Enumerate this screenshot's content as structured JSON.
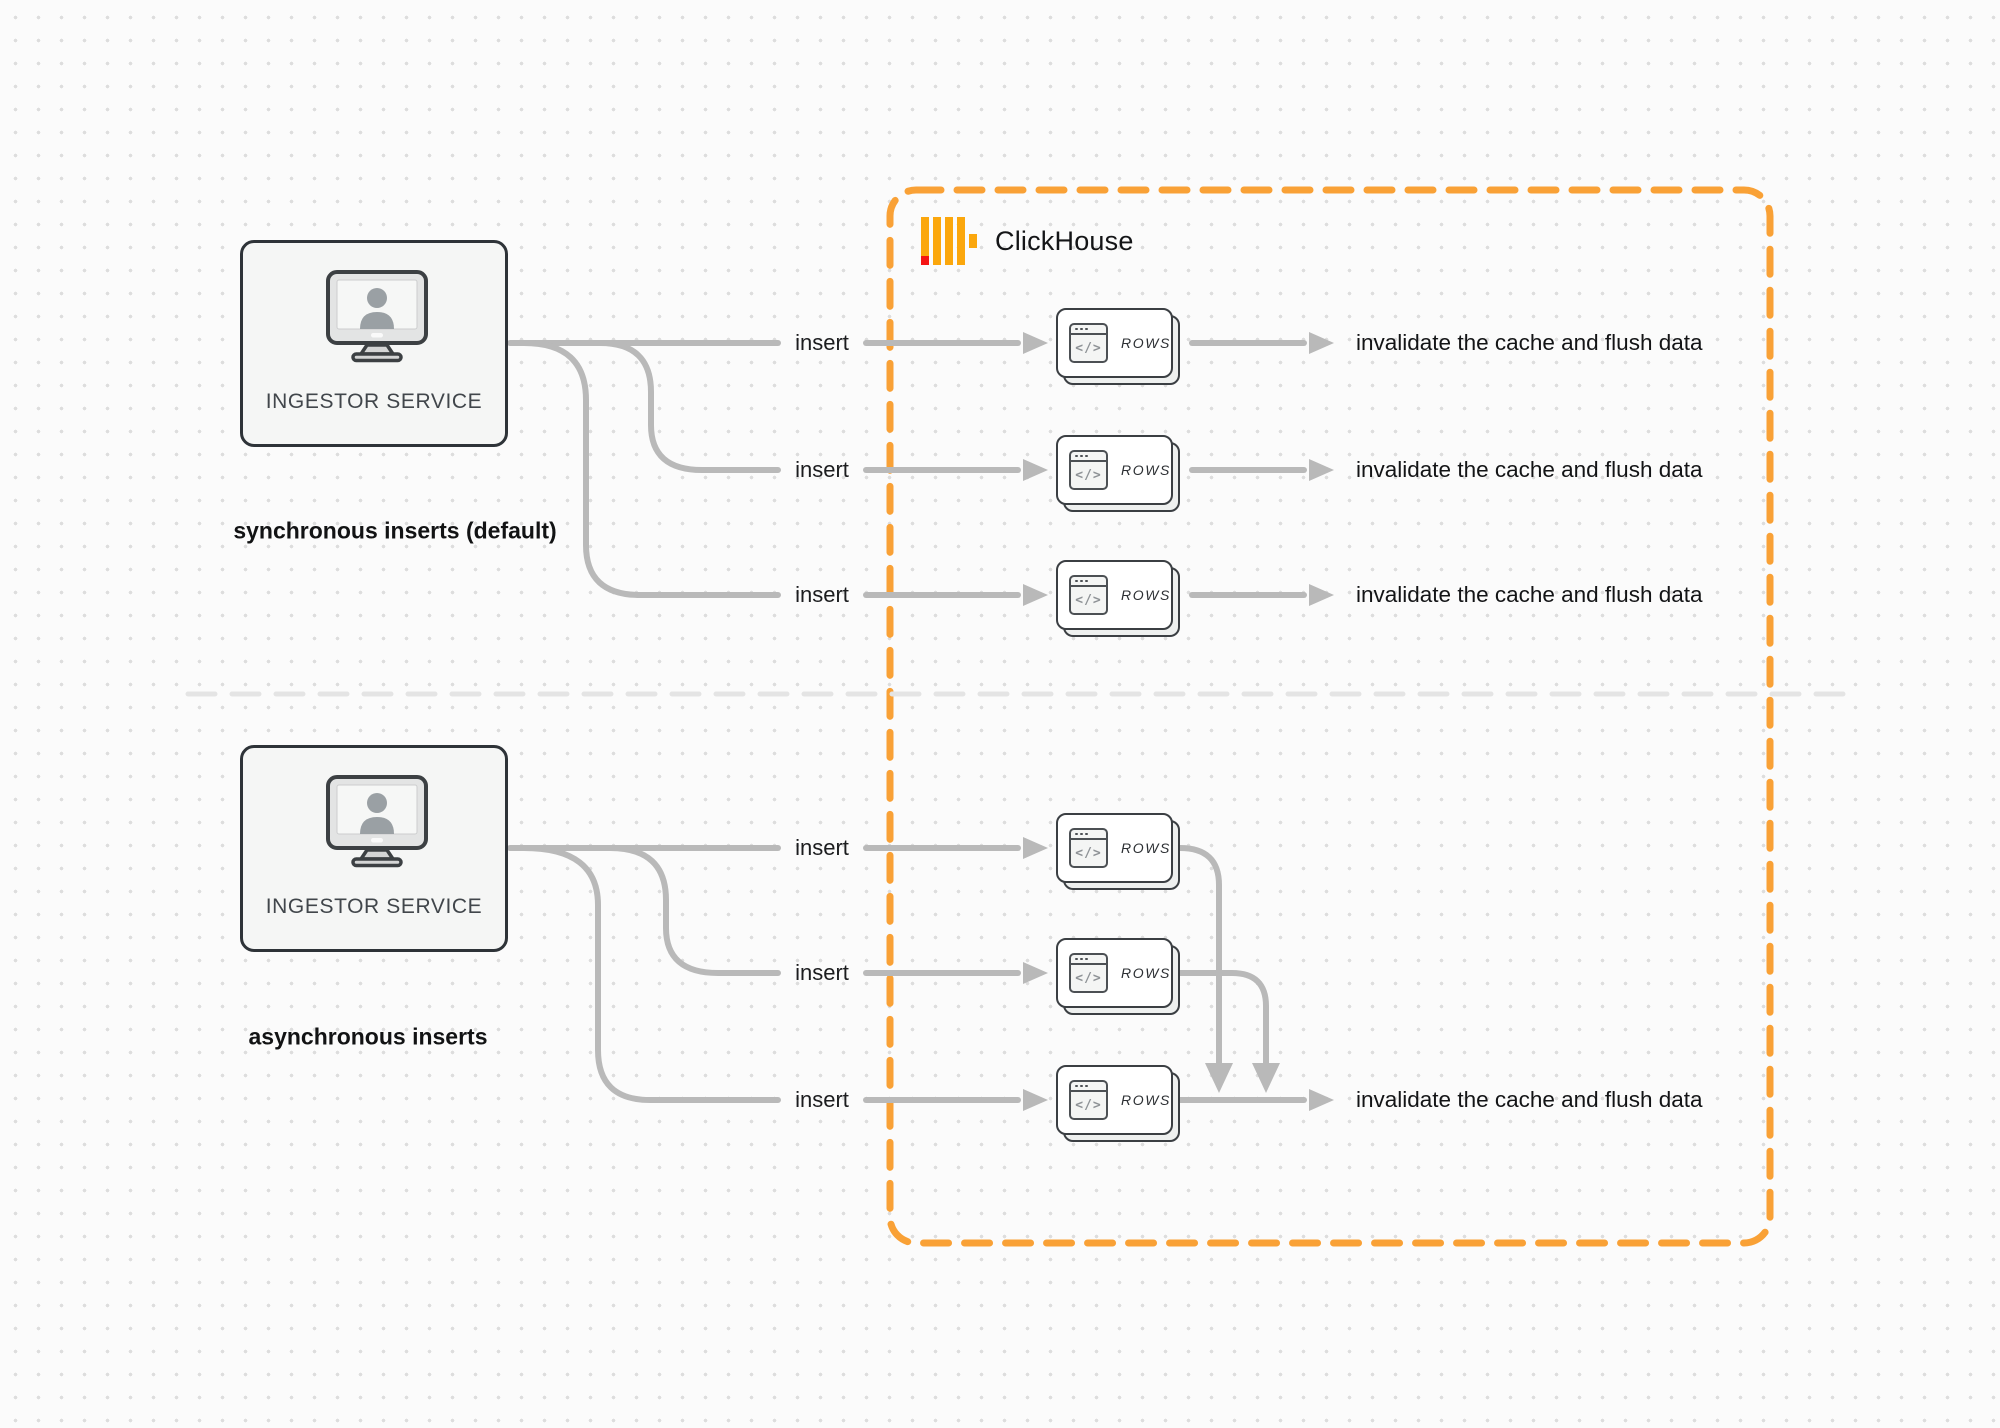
{
  "clickhouse": {
    "name": "ClickHouse"
  },
  "glyphs": {
    "code": "</>"
  },
  "sync": {
    "caption": "synchronous inserts (default)",
    "service": "INGESTOR SERVICE",
    "rows": [
      {
        "insert": "insert",
        "card": "ROWS",
        "result": "invalidate the cache and flush data"
      },
      {
        "insert": "insert",
        "card": "ROWS",
        "result": "invalidate the cache and flush data"
      },
      {
        "insert": "insert",
        "card": "ROWS",
        "result": "invalidate the cache and flush data"
      }
    ]
  },
  "async": {
    "caption": "asynchronous inserts",
    "service": "INGESTOR SERVICE",
    "rows": [
      {
        "insert": "insert",
        "card": "ROWS"
      },
      {
        "insert": "insert",
        "card": "ROWS"
      },
      {
        "insert": "insert",
        "card": "ROWS"
      }
    ],
    "result": "invalidate the cache and flush data"
  },
  "colors": {
    "accent-orange": "#f9a136",
    "logo-yellow": "#fba70d",
    "logo-red": "#f51414",
    "connector": "#b9b9b9",
    "box-border": "#2e3338",
    "divider": "#e4e4e4"
  }
}
